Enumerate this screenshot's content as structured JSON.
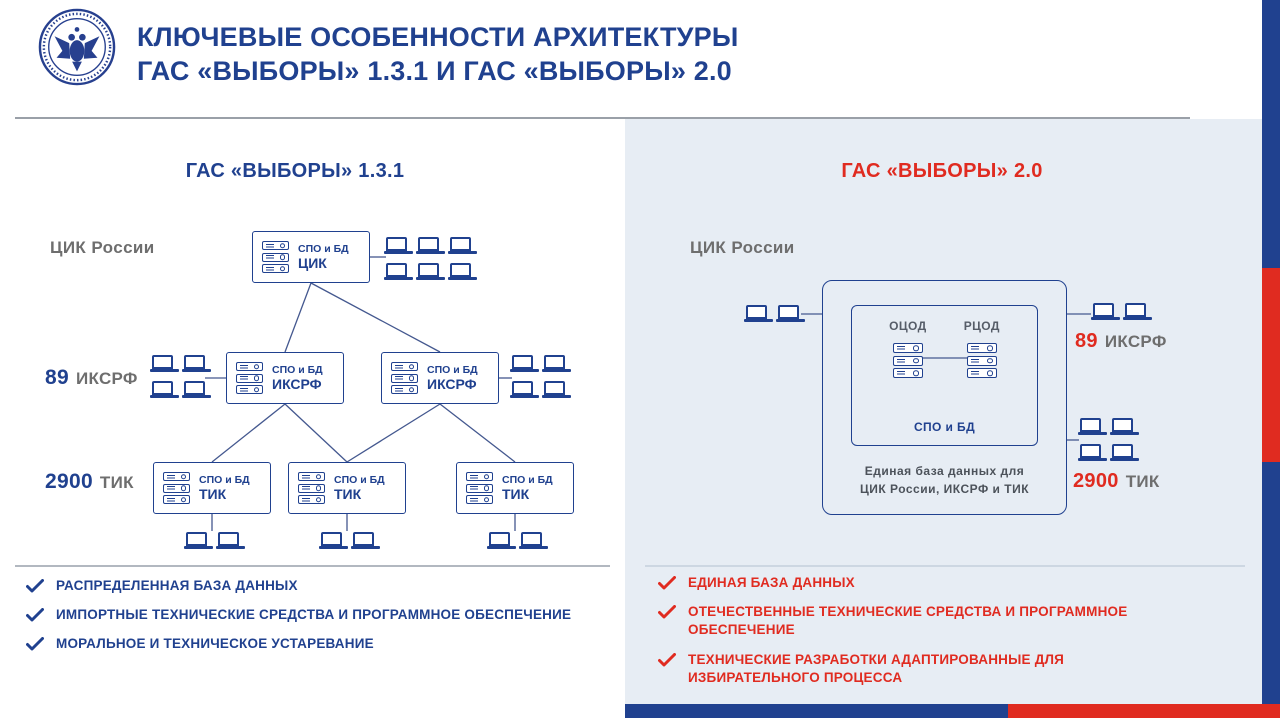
{
  "header": {
    "line1": "КЛЮЧЕВЫЕ ОСОБЕННОСТИ АРХИТЕКТУРЫ",
    "line2": "ГАС «ВЫБОРЫ» 1.3.1 И ГАС «ВЫБОРЫ» 2.0"
  },
  "left_panel": {
    "title": "ГАС «ВЫБОРЫ» 1.3.1",
    "cik_label": "ЦИК России",
    "iksrf_count": "89",
    "iksrf_label": "ИКСРФ",
    "tik_count": "2900",
    "tik_label": "ТИК",
    "node_top": "СПО и БД",
    "node_cik": "ЦИК",
    "node_iksrf": "ИКСРФ",
    "node_tik": "ТИК",
    "features": [
      "РАСПРЕДЕЛЕННАЯ БАЗА ДАННЫХ",
      "ИМПОРТНЫЕ ТЕХНИЧЕСКИЕ СРЕДСТВА И ПРОГРАММНОЕ ОБЕСПЕЧЕНИЕ",
      "МОРАЛЬНОЕ И ТЕХНИЧЕСКОЕ УСТАРЕВАНИЕ"
    ]
  },
  "right_panel": {
    "title": "ГАС «ВЫБОРЫ» 2.0",
    "cik_label": "ЦИК России",
    "ocod": "ОЦОД",
    "rcod": "РЦОД",
    "spo": "СПО и БД",
    "caption1": "Единая база данных для",
    "caption2": "ЦИК России, ИКСРФ и ТИК",
    "iksrf_count": "89",
    "iksrf_label": "ИКСРФ",
    "tik_count": "2900",
    "tik_label": "ТИК",
    "features": [
      "ЕДИНАЯ БАЗА ДАННЫХ",
      "ОТЕЧЕСТВЕННЫЕ ТЕХНИЧЕСКИЕ СРЕДСТВА И ПРОГРАММНОЕ ОБЕСПЕЧЕНИЕ",
      "ТЕХНИЧЕСКИЕ РАЗРАБОТКИ АДАПТИРОВАННЫЕ ДЛЯ ИЗБИРАТЕЛЬНОГО ПРОЦЕССА"
    ]
  },
  "colors": {
    "blue": "#20418f",
    "red": "#e02b20",
    "gray": "#6e6e6e",
    "panel_bg": "#e7edf4"
  }
}
